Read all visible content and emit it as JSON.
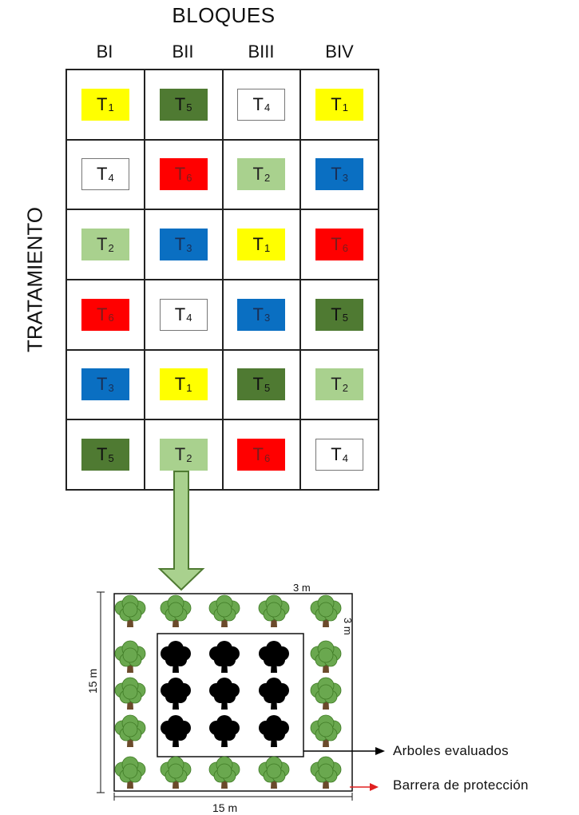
{
  "title": "BLOQUES",
  "row_axis_label": "TRATAMIENTO",
  "blocks": [
    "BI",
    "BII",
    "BIII",
    "BIV"
  ],
  "layout": [
    [
      {
        "t": "T",
        "s": "1",
        "c": "#ffff00",
        "fg": "#111"
      },
      {
        "t": "T",
        "s": "5",
        "c": "#4f7a32",
        "fg": "#111"
      },
      {
        "t": "T",
        "s": "4",
        "c": "#ffffff",
        "fg": "#111"
      },
      {
        "t": "T",
        "s": "1",
        "c": "#ffff00",
        "fg": "#111"
      }
    ],
    [
      {
        "t": "T",
        "s": "4",
        "c": "#ffffff",
        "fg": "#111"
      },
      {
        "t": "T",
        "s": "6",
        "c": "#ff0000",
        "fg": "#7a1c1c"
      },
      {
        "t": "T",
        "s": "2",
        "c": "#a9d18e",
        "fg": "#222"
      },
      {
        "t": "T",
        "s": "3",
        "c": "#0a6fc2",
        "fg": "#1a2f55"
      }
    ],
    [
      {
        "t": "T",
        "s": "2",
        "c": "#a9d18e",
        "fg": "#222"
      },
      {
        "t": "T",
        "s": "3",
        "c": "#0a6fc2",
        "fg": "#1a2f55"
      },
      {
        "t": "T",
        "s": "1",
        "c": "#ffff00",
        "fg": "#111"
      },
      {
        "t": "T",
        "s": "6",
        "c": "#ff0000",
        "fg": "#7a1c1c"
      }
    ],
    [
      {
        "t": "T",
        "s": "6",
        "c": "#ff0000",
        "fg": "#7a1c1c"
      },
      {
        "t": "T",
        "s": "4",
        "c": "#ffffff",
        "fg": "#111"
      },
      {
        "t": "T",
        "s": "3",
        "c": "#0a6fc2",
        "fg": "#1a2f55"
      },
      {
        "t": "T",
        "s": "5",
        "c": "#4f7a32",
        "fg": "#111"
      }
    ],
    [
      {
        "t": "T",
        "s": "3",
        "c": "#0a6fc2",
        "fg": "#1a2f55"
      },
      {
        "t": "T",
        "s": "1",
        "c": "#ffff00",
        "fg": "#111"
      },
      {
        "t": "T",
        "s": "5",
        "c": "#4f7a32",
        "fg": "#111"
      },
      {
        "t": "T",
        "s": "2",
        "c": "#a9d18e",
        "fg": "#222"
      }
    ],
    [
      {
        "t": "T",
        "s": "5",
        "c": "#4f7a32",
        "fg": "#111"
      },
      {
        "t": "T",
        "s": "2",
        "c": "#a9d18e",
        "fg": "#222"
      },
      {
        "t": "T",
        "s": "6",
        "c": "#ff0000",
        "fg": "#7a1c1c"
      },
      {
        "t": "T",
        "s": "4",
        "c": "#ffffff",
        "fg": "#111"
      }
    ]
  ],
  "plot": {
    "spacing_label": "3 m",
    "spacing_label_vertical": "3 m",
    "side_label_left": "15 m",
    "side_label_bottom": "15 m",
    "tree_rows": 5,
    "tree_cols": 5,
    "evaluated_rows": 3,
    "evaluated_cols": 3
  },
  "legend": {
    "evaluated": "Arboles evaluados",
    "barrier": "Barrera de protección",
    "evaluated_arrow_color": "#000000",
    "barrier_arrow_color": "#e02020"
  },
  "colors": {
    "arrow_fill": "#a9d18e",
    "arrow_stroke": "#4f7a32",
    "tree_canopy": "#6aa84f",
    "tree_canopy_dark": "#3f7a25",
    "tree_trunk": "#6b4a2b",
    "evaluated_tree": "#000000"
  }
}
